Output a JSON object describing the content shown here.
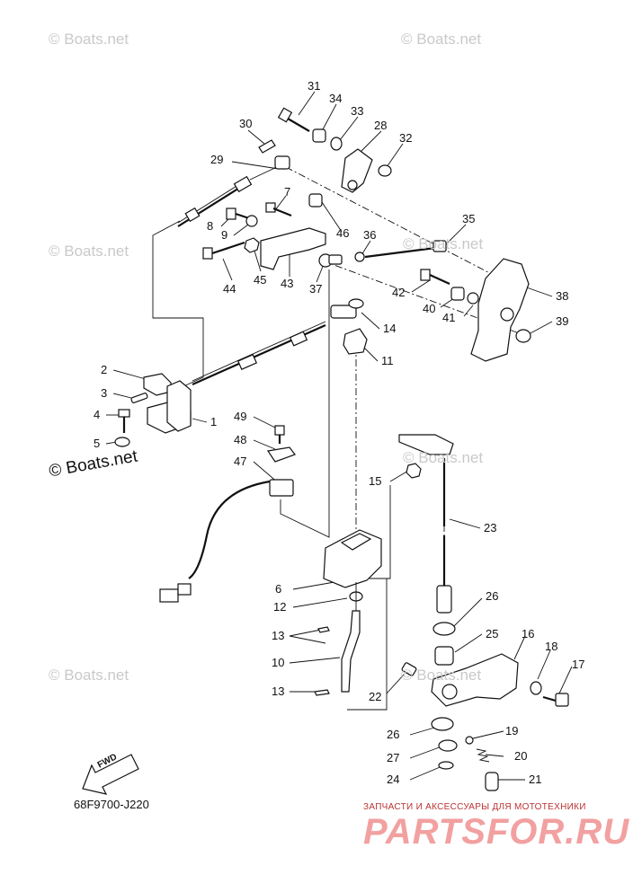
{
  "watermarks": [
    "© Boats.net",
    "© Boats.net",
    "© Boats.net",
    "© Boats.net",
    "© Boats.net",
    "© Boats.net",
    "© Boats.net",
    "© Boats.net"
  ],
  "diagram_code": "68F9700-J220",
  "fwd_label": "FWD",
  "shop_tagline": "ЗАПЧАСТИ И АКСЕССУАРЫ ДЛЯ МОТОТЕХНИКИ",
  "shop_logo": "PARTSFOR.RU",
  "callouts": [
    {
      "id": "c31",
      "label": "31"
    },
    {
      "id": "c34",
      "label": "34"
    },
    {
      "id": "c33",
      "label": "33"
    },
    {
      "id": "c30",
      "label": "30"
    },
    {
      "id": "c28",
      "label": "28"
    },
    {
      "id": "c32",
      "label": "32"
    },
    {
      "id": "c29",
      "label": "29"
    },
    {
      "id": "c7",
      "label": "7"
    },
    {
      "id": "c8",
      "label": "8"
    },
    {
      "id": "c9",
      "label": "9"
    },
    {
      "id": "c46",
      "label": "46"
    },
    {
      "id": "c35",
      "label": "35"
    },
    {
      "id": "c36",
      "label": "36"
    },
    {
      "id": "c44",
      "label": "44"
    },
    {
      "id": "c45",
      "label": "45"
    },
    {
      "id": "c43",
      "label": "43"
    },
    {
      "id": "c37",
      "label": "37"
    },
    {
      "id": "c42",
      "label": "42"
    },
    {
      "id": "c38",
      "label": "38"
    },
    {
      "id": "c40",
      "label": "40"
    },
    {
      "id": "c41",
      "label": "41"
    },
    {
      "id": "c39",
      "label": "39"
    },
    {
      "id": "c14",
      "label": "14"
    },
    {
      "id": "c11",
      "label": "11"
    },
    {
      "id": "c2",
      "label": "2"
    },
    {
      "id": "c3",
      "label": "3"
    },
    {
      "id": "c4",
      "label": "4"
    },
    {
      "id": "c1",
      "label": "1"
    },
    {
      "id": "c5",
      "label": "5"
    },
    {
      "id": "c49",
      "label": "49"
    },
    {
      "id": "c48",
      "label": "48"
    },
    {
      "id": "c47",
      "label": "47"
    },
    {
      "id": "c15",
      "label": "15"
    },
    {
      "id": "c23",
      "label": "23"
    },
    {
      "id": "c6",
      "label": "6"
    },
    {
      "id": "c12",
      "label": "12"
    },
    {
      "id": "c26a",
      "label": "26"
    },
    {
      "id": "c13a",
      "label": "13"
    },
    {
      "id": "c25",
      "label": "25"
    },
    {
      "id": "c16",
      "label": "16"
    },
    {
      "id": "c18",
      "label": "18"
    },
    {
      "id": "c10",
      "label": "10"
    },
    {
      "id": "c17",
      "label": "17"
    },
    {
      "id": "c13b",
      "label": "13"
    },
    {
      "id": "c22",
      "label": "22"
    },
    {
      "id": "c26b",
      "label": "26"
    },
    {
      "id": "c19",
      "label": "19"
    },
    {
      "id": "c27",
      "label": "27"
    },
    {
      "id": "c20",
      "label": "20"
    },
    {
      "id": "c24",
      "label": "24"
    },
    {
      "id": "c21",
      "label": "21"
    }
  ]
}
